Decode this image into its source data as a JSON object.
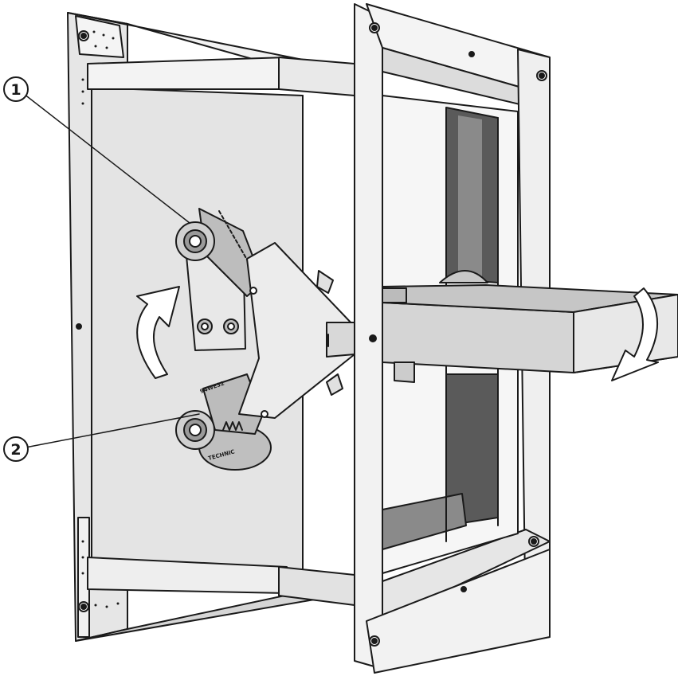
{
  "callouts": [
    {
      "number": "1"
    },
    {
      "number": "2"
    }
  ],
  "stamps": {
    "cover_text": "TECHNIC",
    "label_text": "94WE32"
  },
  "colors": {
    "line": "#1a1a1a",
    "frame_light": "#efefef",
    "frame_mid": "#d9d9d9",
    "frame_dark": "#bdbdbd",
    "opening_dark": "#5a5a5a",
    "arrow_fill": "#ffffff"
  },
  "icons": {
    "rotation_arrow_left": "curved-arrow-up-icon",
    "rotation_arrow_right": "curved-arrow-down-icon"
  }
}
